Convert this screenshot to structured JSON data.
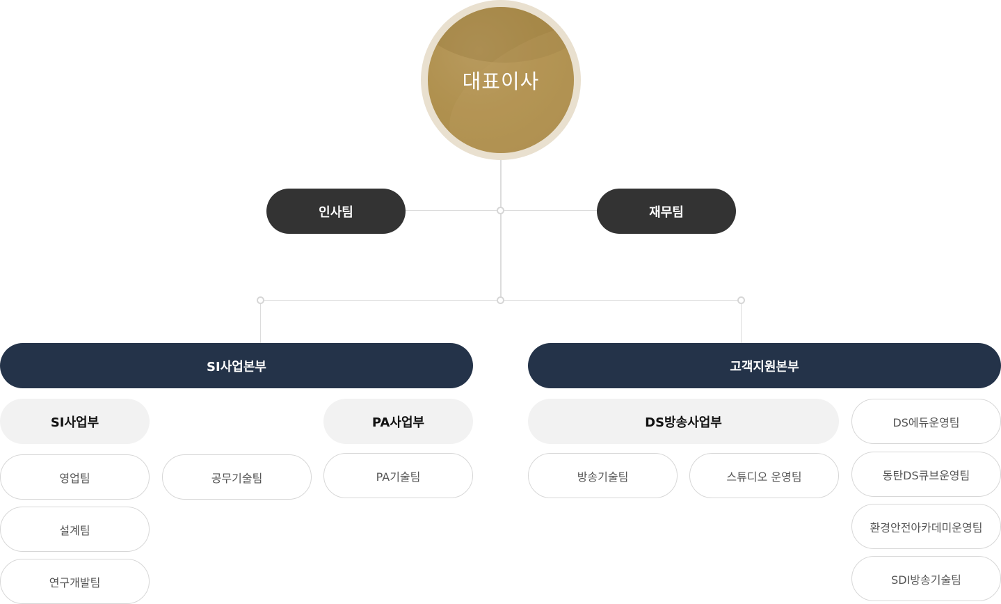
{
  "ceo": {
    "label": "대표이사"
  },
  "staff": {
    "hr": "인사팀",
    "finance": "재무팀"
  },
  "divisions": {
    "si": {
      "label": "SI사업본부",
      "si_dept": "SI사업부",
      "pa_dept": "PA사업부",
      "teams": {
        "sales": "영업팀",
        "design": "설계팀",
        "rnd": "연구개발팀",
        "construction": "공무기술팀",
        "pa_tech": "PA기술팀"
      }
    },
    "cs": {
      "label": "고객지원본부",
      "ds_dept": "DS방송사업부",
      "teams": {
        "broadcast_tech": "방송기술팀",
        "studio": "스튜디오 운영팀",
        "edu": "DS에듀운영팀",
        "dongtan": "동탄DS큐브운영팀",
        "env": "환경안전아카데미운영팀",
        "sdi": "SDI방송기술팀"
      }
    }
  },
  "colors": {
    "ceo_gold": "#b0914f",
    "ceo_ring": "#e9e0cf",
    "staff_dark": "#333333",
    "division_navy": "#243349",
    "dept_gray": "#f2f2f2",
    "connector": "#dcdcdc"
  }
}
